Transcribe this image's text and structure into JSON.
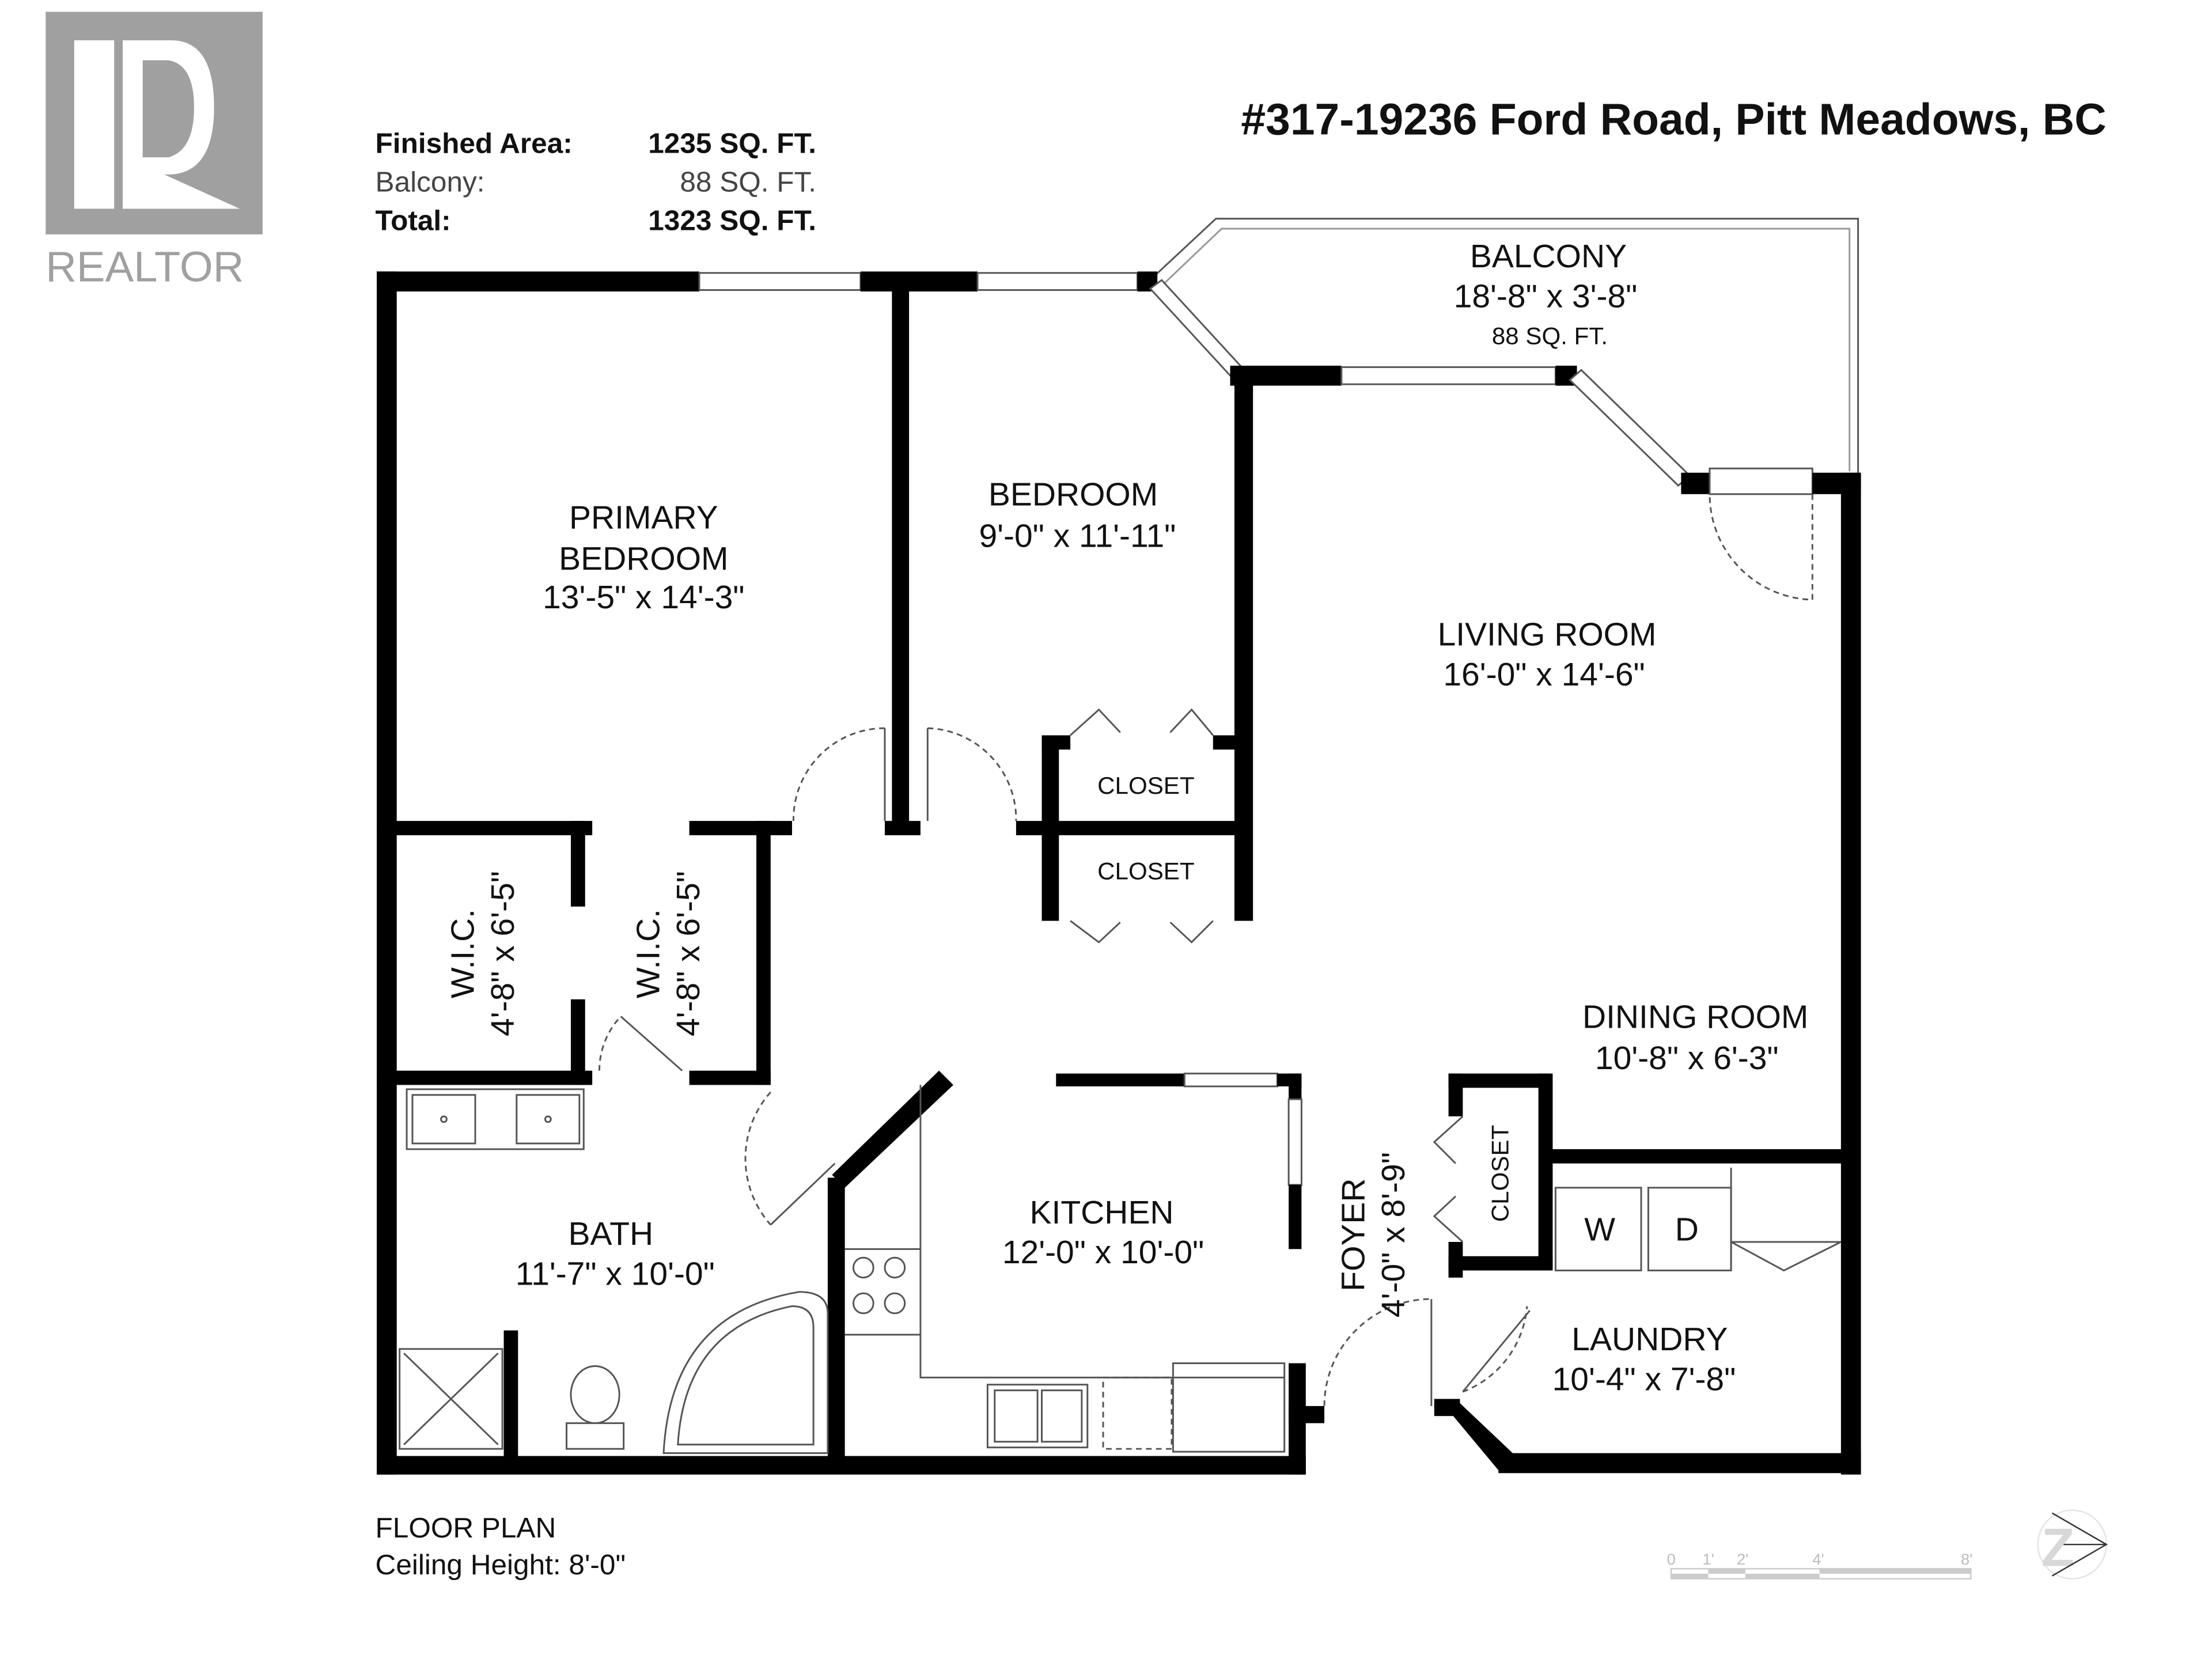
{
  "logo": {
    "text": "REALTOR",
    "mark": "R",
    "color": "#a0a0a0"
  },
  "address": "#317-19236 Ford Road, Pitt Meadows, BC",
  "areas": [
    {
      "label": "Finished Area:",
      "value": "1235 SQ. FT."
    },
    {
      "label": "Balcony:",
      "value": "88 SQ. FT."
    },
    {
      "label": "Total:",
      "value": "1323 SQ. FT."
    }
  ],
  "rooms": {
    "balcony": {
      "name": "BALCONY",
      "dims": "18'-8\" x 3'-8\"",
      "area": "88 SQ. FT."
    },
    "primary": {
      "name1": "PRIMARY",
      "name2": "BEDROOM",
      "dims": "13'-5\" x 14'-3\""
    },
    "bedroom": {
      "name": "BEDROOM",
      "dims": "9'-0\" x 11'-11\""
    },
    "living": {
      "name": "LIVING ROOM",
      "dims": "16'-0\" x 14'-6\""
    },
    "closet1": {
      "name": "CLOSET"
    },
    "closet2": {
      "name": "CLOSET"
    },
    "wic1": {
      "name": "W.I.C.",
      "dims": "4'-8\" x 6'-5\""
    },
    "wic2": {
      "name": "W.I.C.",
      "dims": "4'-8\" x 6'-5\""
    },
    "dining": {
      "name": "DINING ROOM",
      "dims": "10'-8\" x 6'-3\""
    },
    "bath": {
      "name": "BATH",
      "dims": "11'-7\" x 10'-0\""
    },
    "kitchen": {
      "name": "KITCHEN",
      "dims": "12'-0\" x 10'-0\""
    },
    "foyer": {
      "name": "FOYER",
      "dims": "4'-0\" x 8'-9\""
    },
    "closet3": {
      "name": "CLOSET"
    },
    "laundry": {
      "name": "LAUNDRY",
      "dims": "10'-4\" x 7'-8\"",
      "washer": "W",
      "dryer": "D"
    }
  },
  "footer": {
    "title": "FLOOR PLAN",
    "ceiling": "Ceiling Height: 8'-0\""
  },
  "scale": {
    "ticks": [
      "0",
      "1'",
      "2'",
      "4'",
      "8'"
    ]
  },
  "compass": {
    "icon": "north-arrow-icon"
  }
}
